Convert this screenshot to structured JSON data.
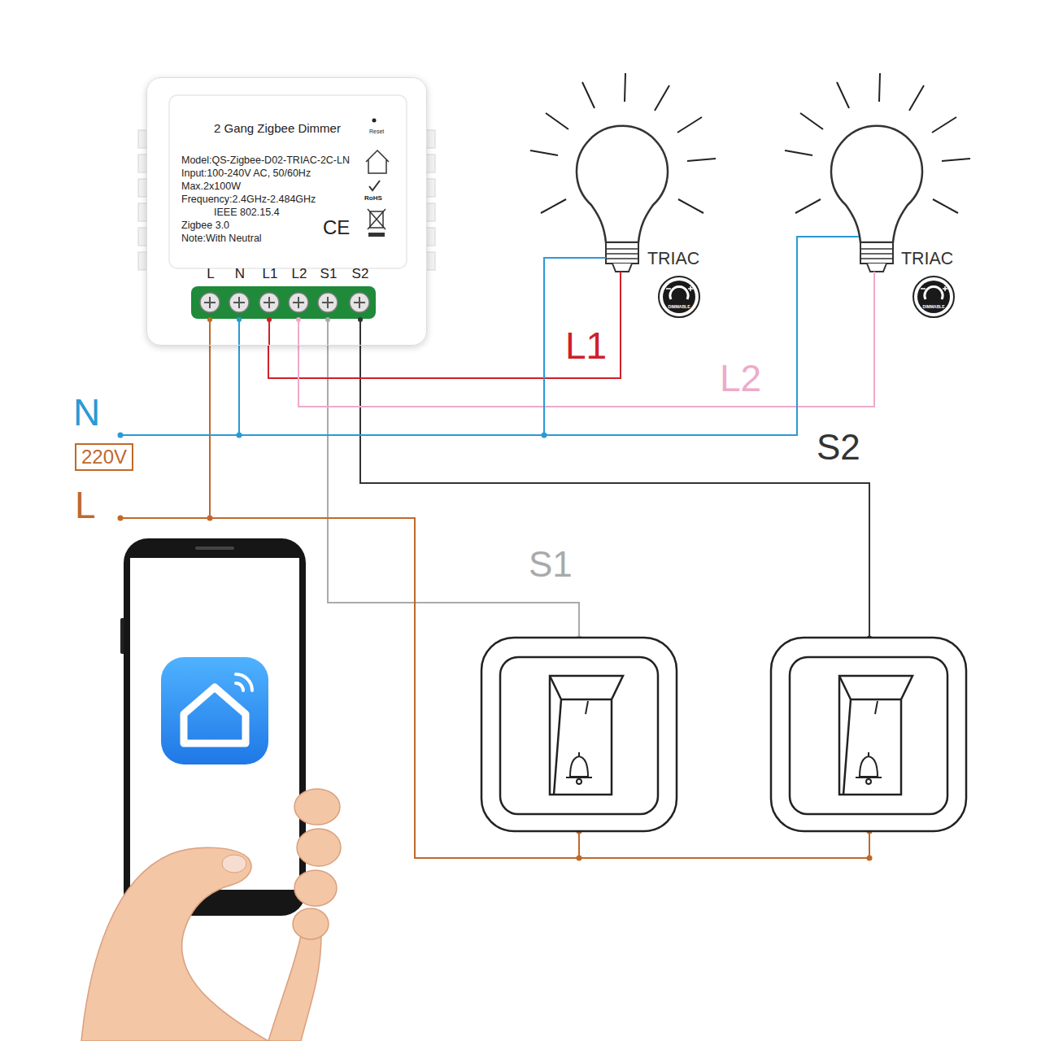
{
  "diagram": {
    "nodes": [
      {
        "text": [
          "2 Gang Zigbee Dimmer",
          "Reset",
          "Model:QS-Zigbee-D02-TRIAC-2C-LN",
          "Input:100-240V AC, 50/60Hz",
          "Max.2x100W",
          "Frequency:2.4GHz-2.484GHz",
          "IEEE 802.15.4",
          "RoHS",
          "CE",
          "Zigbee 3.0",
          "Note:With Neutral",
          "L",
          "N",
          "L1",
          "L2",
          "S1",
          "S2"
        ]
      },
      {
        "text": [
          "TRIAC"
        ]
      },
      {
        "text": [
          "TRIAC"
        ]
      },
      {
        "text": [
          "220V"
        ]
      }
    ],
    "edges": [
      {
        "from": 0,
        "to": 1,
        "label": "L1",
        "arrow": "none"
      },
      {
        "from": 0,
        "to": 2,
        "label": "L2",
        "arrow": "none"
      },
      {
        "from": 0,
        "to": 1,
        "arrow": "none"
      },
      {
        "from": 0,
        "to": 2,
        "arrow": "none"
      }
    ],
    "labels": [
      "DIMMABLE",
      "DIMMABLE",
      "N",
      "L",
      "S2",
      "S1"
    ]
  }
}
